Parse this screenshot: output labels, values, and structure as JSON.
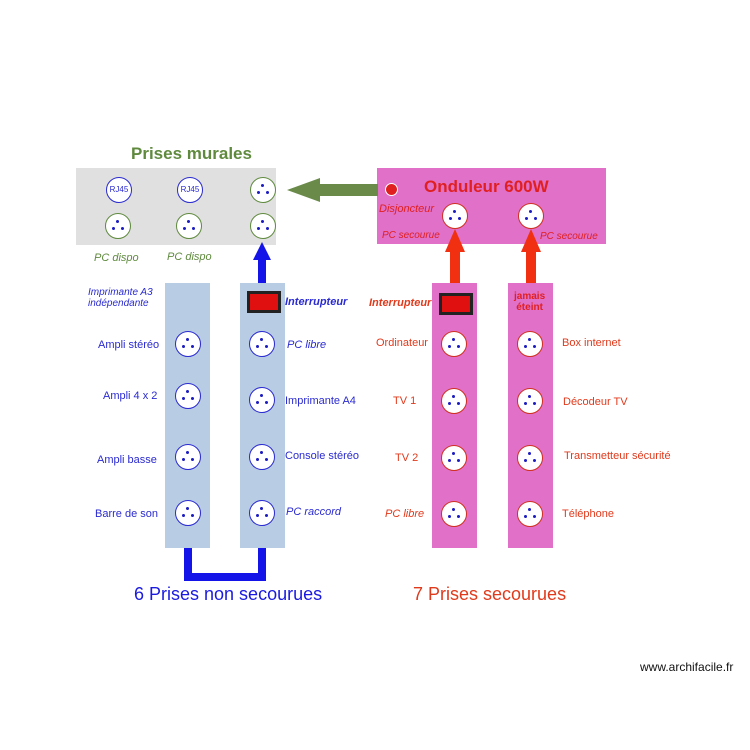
{
  "wall": {
    "title": "Prises murales",
    "rj45_a": "RJ45",
    "rj45_b": "RJ45",
    "pc_dispo_a": "PC dispo",
    "pc_dispo_b": "PC dispo"
  },
  "ups": {
    "title": "Onduleur 600W",
    "breaker": "Disjoncteur",
    "pc_secourue_a": "PC secourue",
    "pc_secourue_b": "PC secourue"
  },
  "strip1": {
    "header": "Imprimante A3\nindépendante",
    "items": [
      "Ampli stéréo",
      "Ampli 4 x 2",
      "Ampli basse",
      "Barre de son"
    ]
  },
  "strip2": {
    "switch_label": "Interrupteur",
    "items": [
      "PC libre",
      "Imprimante A4",
      "Console stéréo",
      "PC raccord"
    ]
  },
  "strip3": {
    "switch_label": "Interrupteur",
    "items": [
      "Ordinateur",
      "TV 1",
      "TV 2",
      "PC libre"
    ]
  },
  "strip4": {
    "header": "jamais\néteint",
    "items": [
      "Box internet",
      "Décodeur TV",
      "Transmetteur sécurité",
      "Téléphone"
    ]
  },
  "summary": {
    "unprotected": "6 Prises non secourues",
    "protected": "7 Prises secourues"
  },
  "watermark": "www.archifacile.fr",
  "colors": {
    "wall_bg": "#e0e0e0",
    "wall_title": "#5f8a3e",
    "ups_bg": "#e070c8",
    "blue_strip": "#b8cce4",
    "pink_strip": "#e070c8",
    "blue_text": "#2a2ad0",
    "red_text": "#e03a1c",
    "green_arrow": "#6a8a4a",
    "blue_arrow": "#1414e8",
    "red_arrow": "#f03010"
  }
}
